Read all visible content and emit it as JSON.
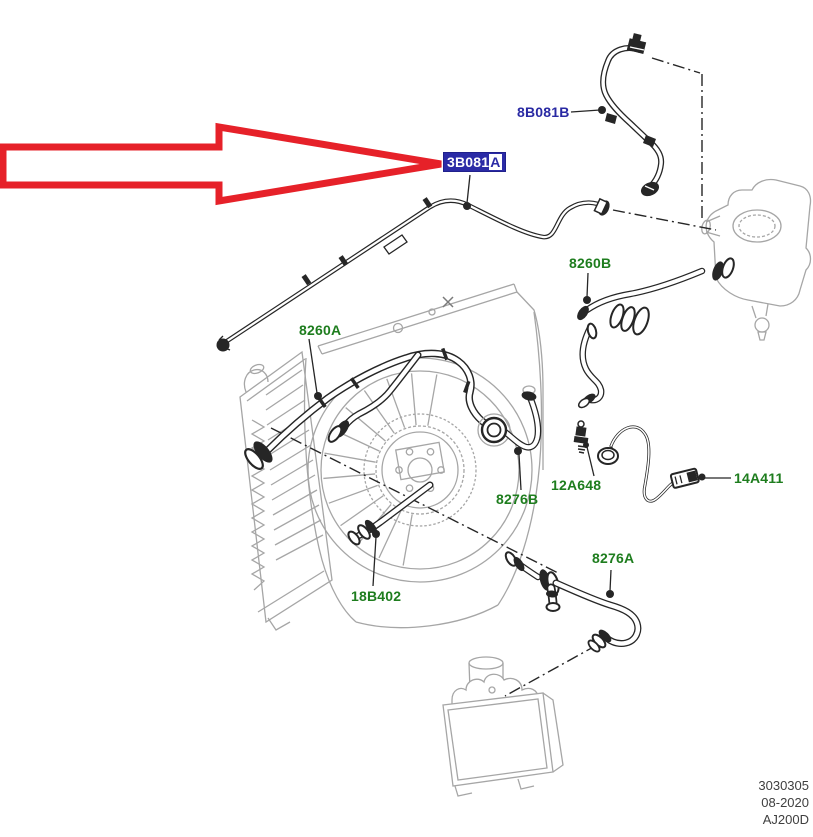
{
  "diagram": {
    "kind": "vehicle cooling system parts diagram",
    "labels": {
      "hose_8B081B": "8B081B",
      "pipe_3B081A_selected": "3B081",
      "pipe_3B081A_cursor": "A",
      "pipe_3B081A_full": "3B081A",
      "hose_8260B": "8260B",
      "hose_8260A": "8260A",
      "sensor_12A648": "12A648",
      "connector_14A411": "14A411",
      "hose_8276B": "8276B",
      "clamp_18B402": "18B402",
      "hose_8276A": "8276A"
    },
    "footer": {
      "doc_number": "3030305",
      "date": "08-2020",
      "model_code": "AJ200D"
    },
    "annotation": {
      "pointer_arrow_shape": "hollow-right-arrow",
      "pointer_arrow_target": "3B081A"
    },
    "colors": {
      "arrow_red": "#e62129",
      "label_blue": "#2929a3",
      "label_green": "#1e7d1e",
      "highlight_bg": "#2b2ba6",
      "line_black": "#262626",
      "line_gray": "#a6a6a6"
    }
  }
}
